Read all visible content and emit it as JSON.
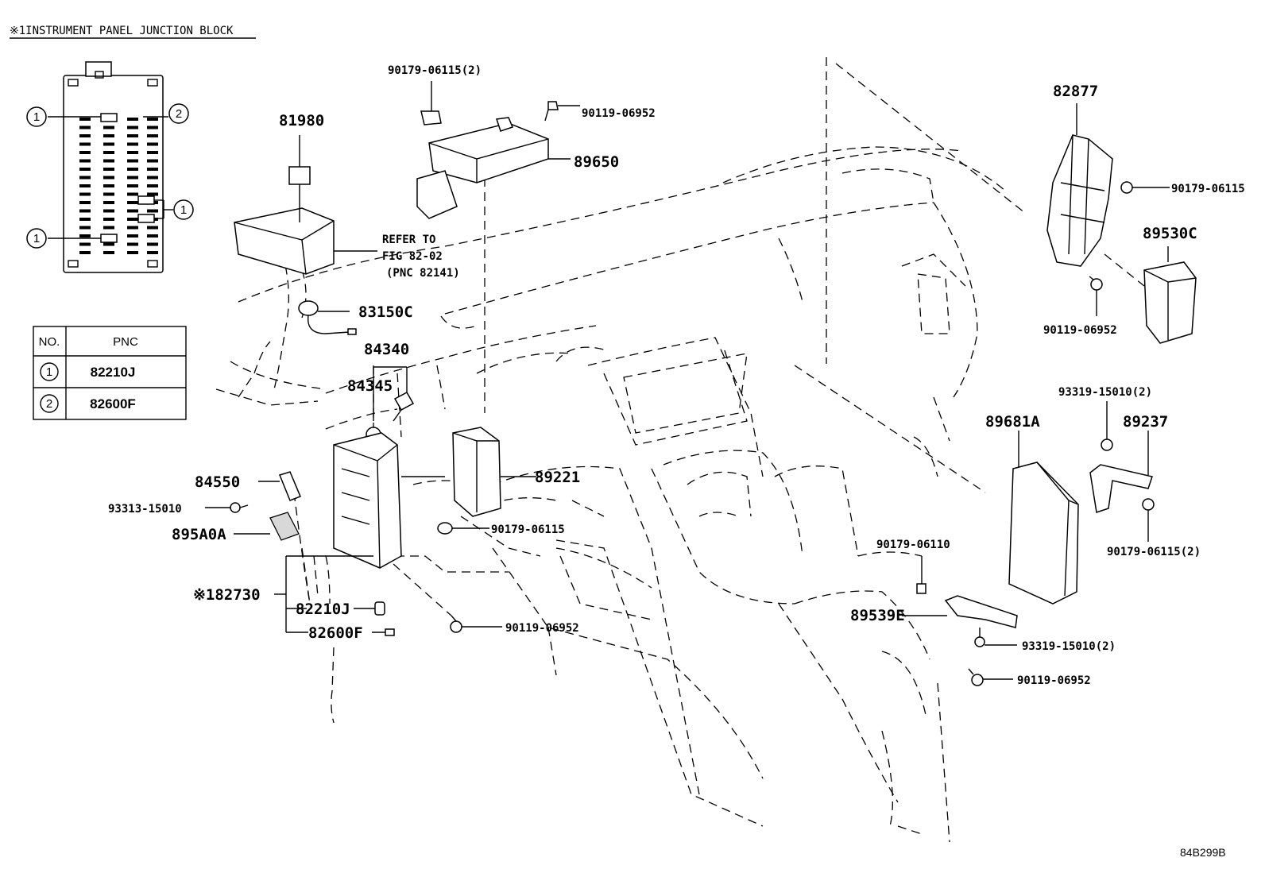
{
  "title": "※1INSTRUMENT PANEL JUNCTION BLOCK",
  "table": {
    "headers": [
      "NO.",
      "PNC"
    ],
    "rows": [
      {
        "no": "1",
        "pnc": "82210J"
      },
      {
        "no": "2",
        "pnc": "82600F"
      }
    ]
  },
  "callout_labels": {
    "one": "1",
    "two": "2"
  },
  "parts": {
    "p90179_06115_2_top": "90179-06115(2)",
    "p90119_06952_top": "90119-06952",
    "p89650": "89650",
    "p81980": "81980",
    "refer_line1": "REFER TO",
    "refer_line2": "FIG 82-02",
    "refer_line3": "(PNC 82141)",
    "p83150c": "83150C",
    "p84340": "84340",
    "p84345": "84345",
    "p89221": "89221",
    "p84550": "84550",
    "p93313_15010": "93313-15010",
    "p895a0a": "895A0A",
    "p90179_06115_mid": "90179-06115",
    "p82730": "※182730",
    "p82210j": "82210J",
    "p82600f": "82600F",
    "p90119_06952_bottom": "90119-06952",
    "p82877": "82877",
    "p90179_06115_right": "90179-06115",
    "p89530c": "89530C",
    "p90119_06952_right": "90119-06952",
    "p93319_15010_2_top": "93319-15010(2)",
    "p89681a": "89681A",
    "p89237": "89237",
    "p90179_06115_2_right": "90179-06115(2)",
    "p90179_06110": "90179-06110",
    "p89539e": "89539E",
    "p93319_15010_2_bottom": "93319-15010(2)",
    "p90119_06952_lower_right": "90119-06952"
  },
  "figure_id": "84B299B"
}
